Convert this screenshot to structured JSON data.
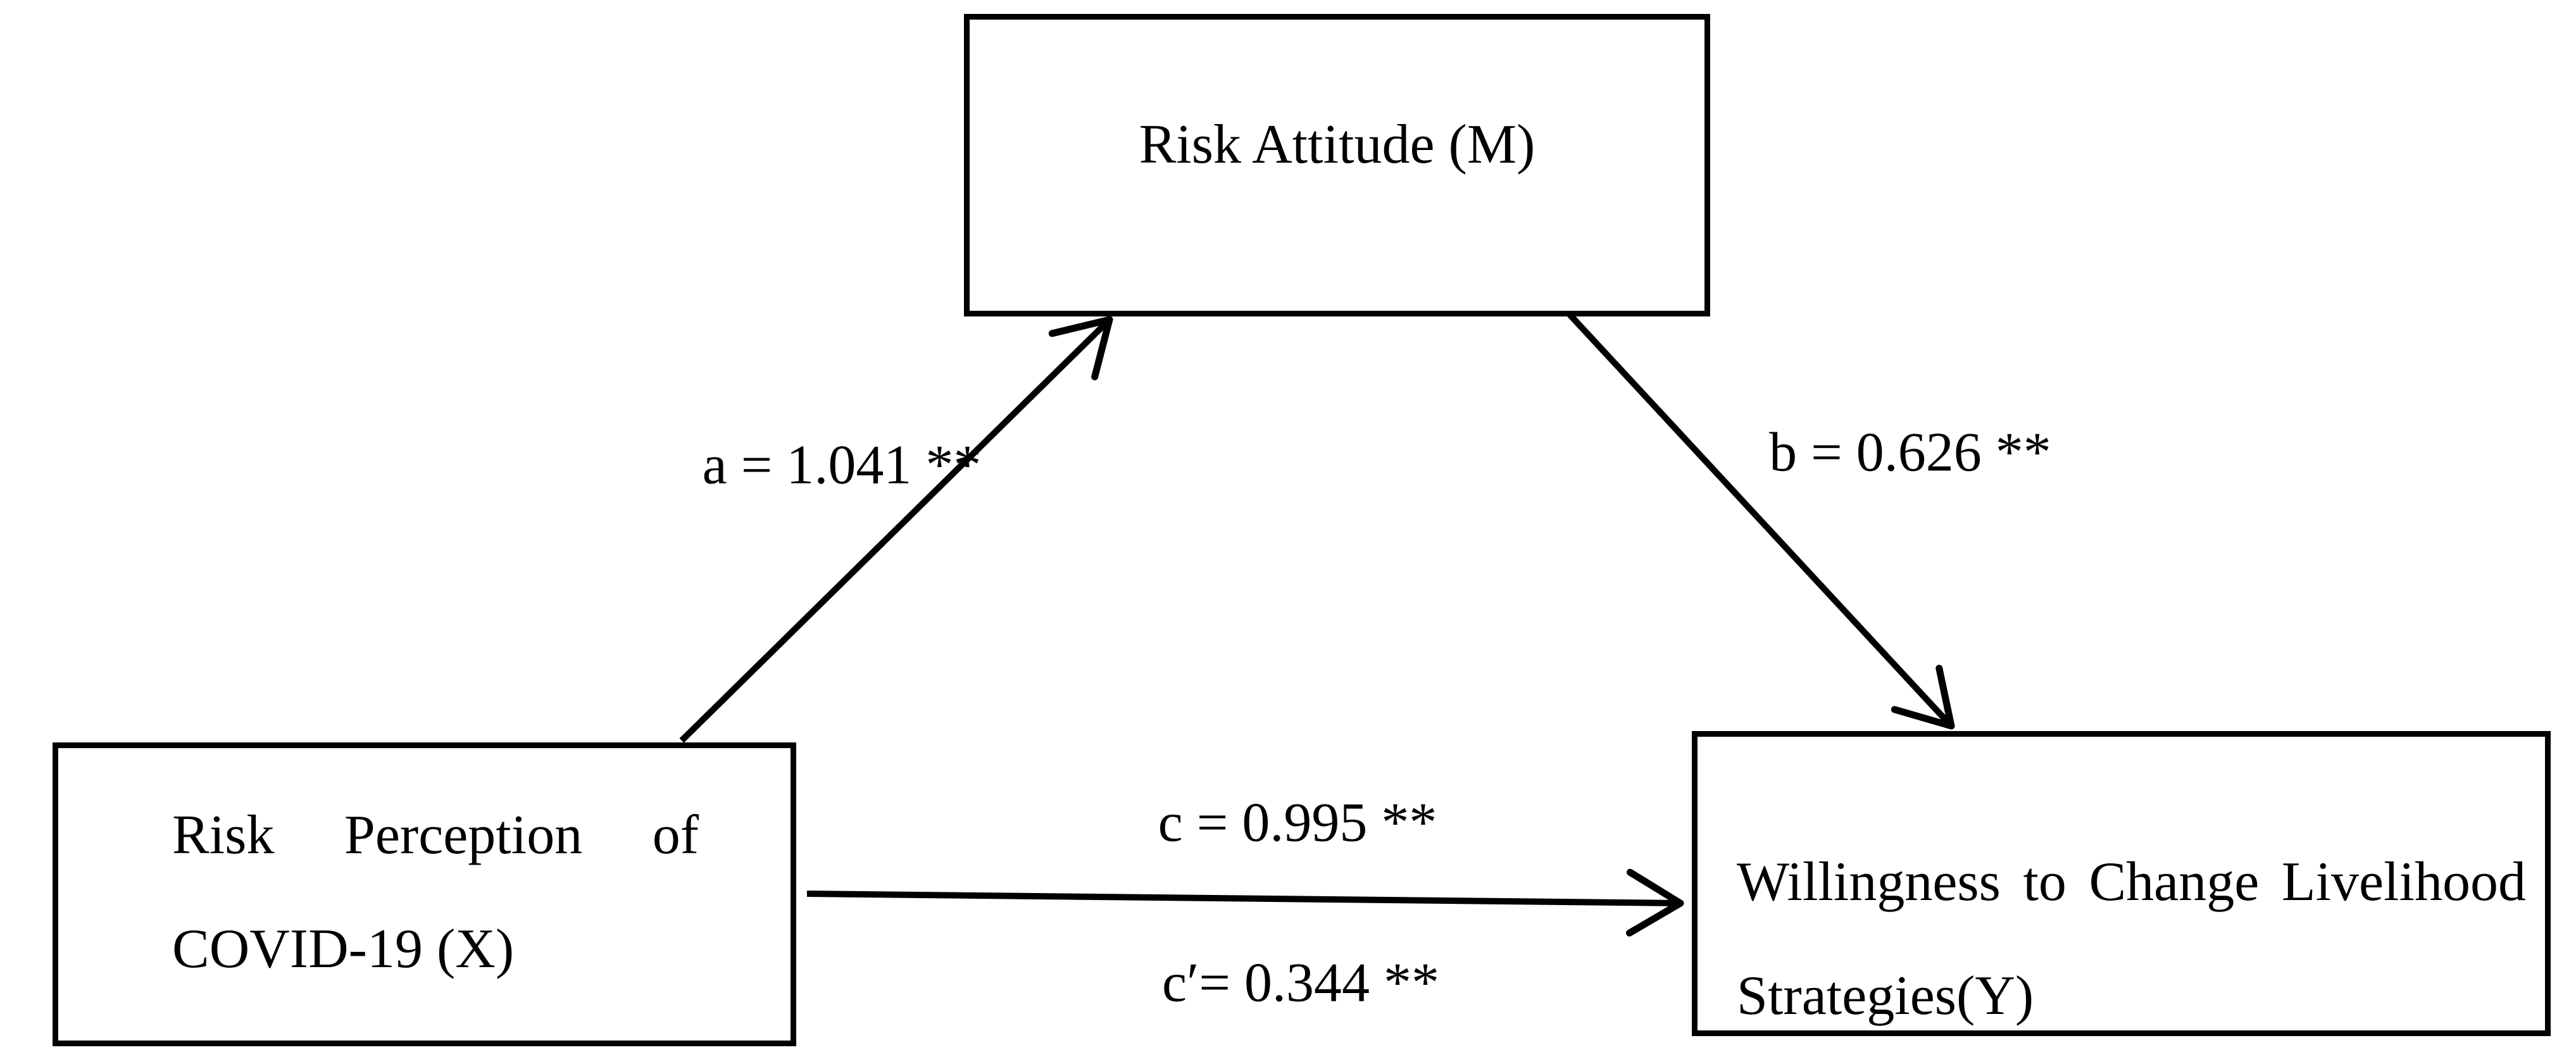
{
  "figure": {
    "type": "mediation-path-diagram",
    "background_color": "#ffffff",
    "line_color": "#000000",
    "nodes": {
      "mediator": {
        "id": "M",
        "label": "Risk Attitude (M)"
      },
      "independent": {
        "id": "X",
        "label": "Risk Perception of COVID-19 (X)"
      },
      "dependent": {
        "id": "Y",
        "label": "Willingness to Change Livelihood Strategies(Y)"
      }
    },
    "paths": {
      "a": {
        "from": "X",
        "to": "M",
        "label": "a = 1.041 **"
      },
      "b": {
        "from": "M",
        "to": "Y",
        "label": "b = 0.626 **"
      },
      "c": {
        "from": "X",
        "to": "Y",
        "label": "c = 0.995 **"
      },
      "c_prime": {
        "from": "X",
        "to": "Y",
        "label": "c′= 0.344 **"
      }
    }
  }
}
